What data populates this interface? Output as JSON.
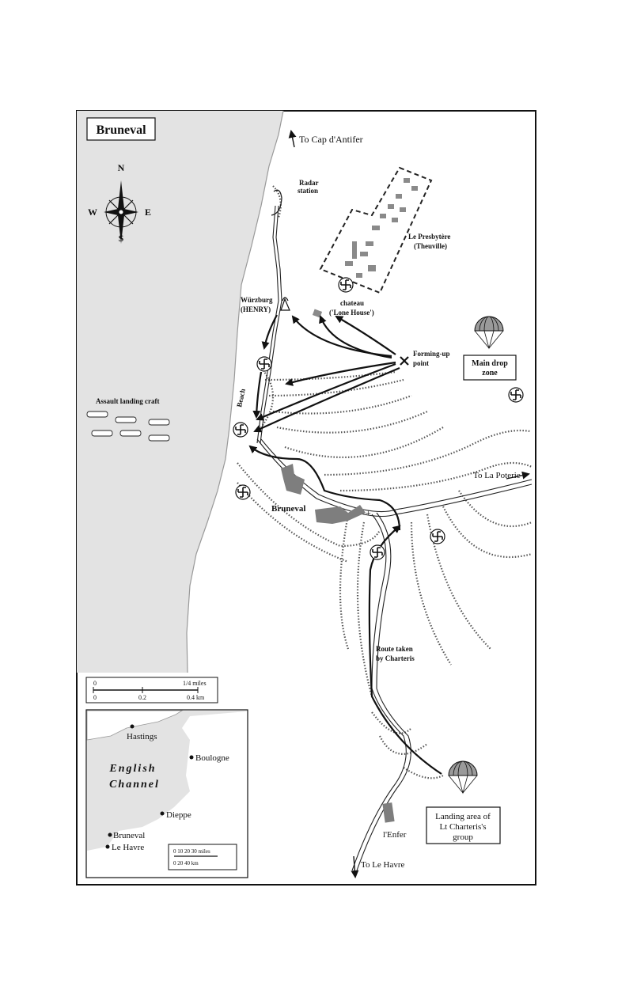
{
  "title": "Bruneval",
  "compass": {
    "n": "N",
    "s": "S",
    "e": "E",
    "w": "W"
  },
  "places": {
    "to_cap_antifer": "To Cap d'Antifer",
    "radar_station_1": "Radar",
    "radar_station_2": "station",
    "presbytere_1": "Le Presbytère",
    "presbytere_2": "(Theuville)",
    "wurzburg_1": "Würzburg",
    "wurzburg_2": "(HENRY)",
    "chateau_1": "chateau",
    "chateau_2": "('Lone House')",
    "forming_up_1": "Forming-up",
    "forming_up_2": "point",
    "main_drop_1": "Main drop",
    "main_drop_2": "zone",
    "assault_craft": "Assault landing craft",
    "beach": "Beach",
    "to_la_poterie": "To La Poterie",
    "bruneval": "Bruneval",
    "route_charteris_1": "Route taken",
    "route_charteris_2": "by Charteris",
    "landing_area_1": "Landing area of",
    "landing_area_2": "Lt Charteris's",
    "landing_area_3": "group",
    "lenfer": "l'Enfer",
    "to_le_havre": "To Le Havre"
  },
  "scale": {
    "miles_0": "0",
    "miles_end": "1/4 miles",
    "km_0": "0",
    "km_mid": "0.2",
    "km_end": "0.4 km"
  },
  "inset": {
    "hastings": "Hastings",
    "boulogne": "Boulogne",
    "english": "English",
    "channel": "Channel",
    "dieppe": "Dieppe",
    "bruneval": "Bruneval",
    "le_havre": "Le Havre",
    "scale_miles": "0   10  20  30 miles",
    "scale_km": "0     20    40 km"
  },
  "colors": {
    "sea": "#e3e3e3",
    "buildings": "#8a8a8a",
    "ink": "#111111"
  }
}
